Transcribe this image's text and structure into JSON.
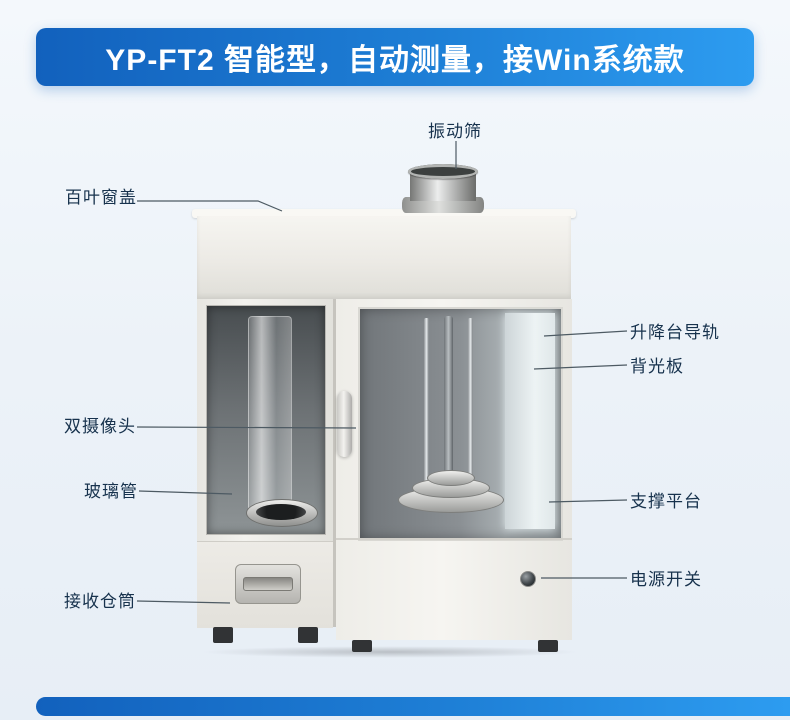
{
  "banner": {
    "title": "YP-FT2 智能型，自动测量，接Win系统款"
  },
  "labels": {
    "vibrating_sieve": "振动筛",
    "louver_cover": "百叶窗盖",
    "lift_rail": "升降台导轨",
    "backlight_panel": "背光板",
    "dual_camera": "双摄像头",
    "glass_tube": "玻璃管",
    "support_platform": "支撑平台",
    "power_switch": "电源开关",
    "receiving_bin": "接收仓筒"
  },
  "colors": {
    "banner_blue_start": "#1261bd",
    "banner_blue_end": "#2d9cf0",
    "background": "#edf2f8",
    "label_text": "#17324d",
    "leader_line": "#4d5a63",
    "machine_body": "#f0efe9"
  }
}
